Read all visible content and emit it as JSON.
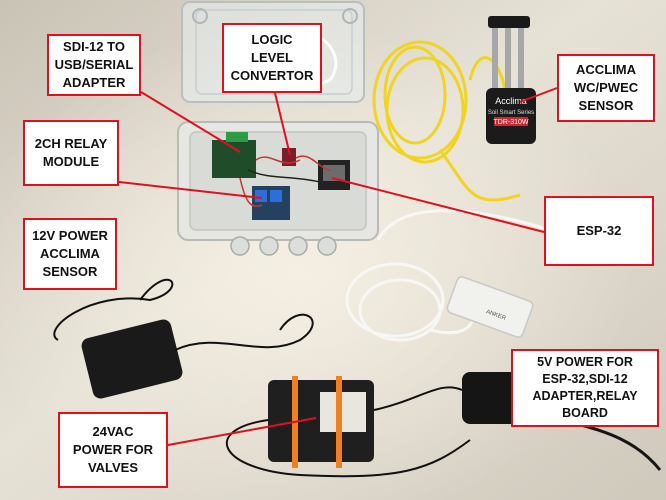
{
  "colors": {
    "annotation_border": "#e0101e",
    "annotation_line": "#e0101e",
    "background": "#d9d4c8"
  },
  "labels": {
    "sdi12_adapter": "SDI-12 TO\nUSB/SERIAL\nADAPTER",
    "logic_level": "LOGIC\nLEVEL\nCONVERTOR",
    "acclima_sensor": "ACCLIMA\nWC/PWEC\nSENSOR",
    "relay_module": "2CH RELAY\nMODULE",
    "power_12v": "12V POWER\nACCLIMA\nSENSOR",
    "esp32": "ESP-32",
    "power_5v": "5V POWER FOR\nESP-32,SDI-12\nADAPTER,RELAY\nBOARD",
    "power_24vac": "24VAC\nPOWER FOR\nVALVES"
  },
  "photo_text": {
    "sensor_brand": "Acclima",
    "sensor_model": "TDR-310W",
    "sensor_sub": "Soil Smart Series",
    "usb_brand": "ANKER"
  }
}
